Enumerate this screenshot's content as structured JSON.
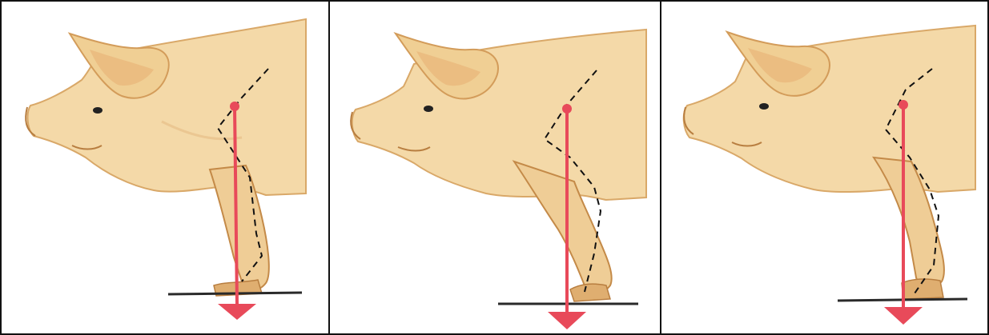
{
  "colors": {
    "skin_light": "#f4d9a8",
    "skin_mid": "#e9be7e",
    "skin_shadow": "#d39c5a",
    "ear_inner": "#e8b074",
    "guide_line": "#111111",
    "force_arrow": "#e84a5a",
    "ground": "#2a2a2a",
    "frame": "#111111"
  },
  "panels": [
    {
      "id": "panel-1",
      "leg_posture": "upright",
      "icons": [
        "pig-head-icon",
        "force-arrow-icon",
        "bone-alignment-line",
        "ground-line"
      ]
    },
    {
      "id": "panel-2",
      "leg_posture": "forward-bent",
      "icons": [
        "pig-head-icon",
        "force-arrow-icon",
        "bone-alignment-line",
        "ground-line"
      ]
    },
    {
      "id": "panel-3",
      "leg_posture": "slightly-bent",
      "icons": [
        "pig-head-icon",
        "force-arrow-icon",
        "bone-alignment-line",
        "ground-line"
      ]
    }
  ]
}
